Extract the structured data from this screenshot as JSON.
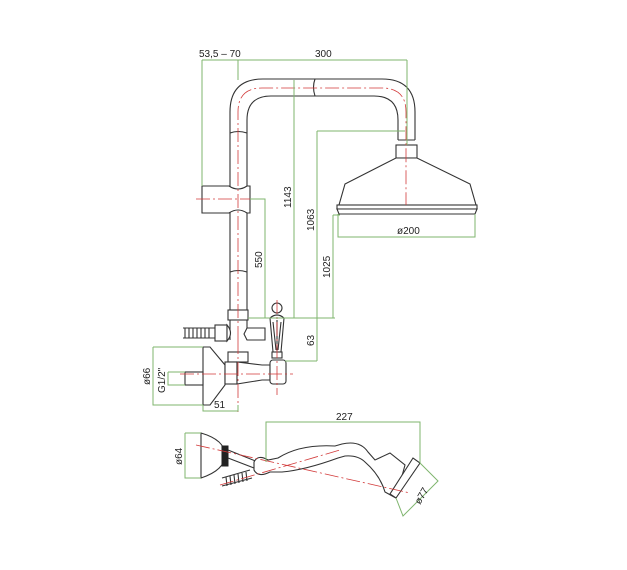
{
  "drawing": {
    "title_hidden": null,
    "dimensions": {
      "offset_range": "53,5  –  70",
      "arm_length": "300",
      "overall_height": "1143",
      "arm_height": "1063",
      "head_height": "1025",
      "slider_height": "550",
      "valve_offset": "63",
      "head_diameter": "ø200",
      "escutcheon_diameter": "ø66",
      "thread": "G1/2\"",
      "wall_depth": "51",
      "handshower_length": "227",
      "holder_diameter": "ø64",
      "handshower_head_diameter": "ø77"
    },
    "colors": {
      "dimension_lines": "#7fb56e",
      "center_lines": "#d23a3a",
      "outline": "#333333"
    }
  }
}
